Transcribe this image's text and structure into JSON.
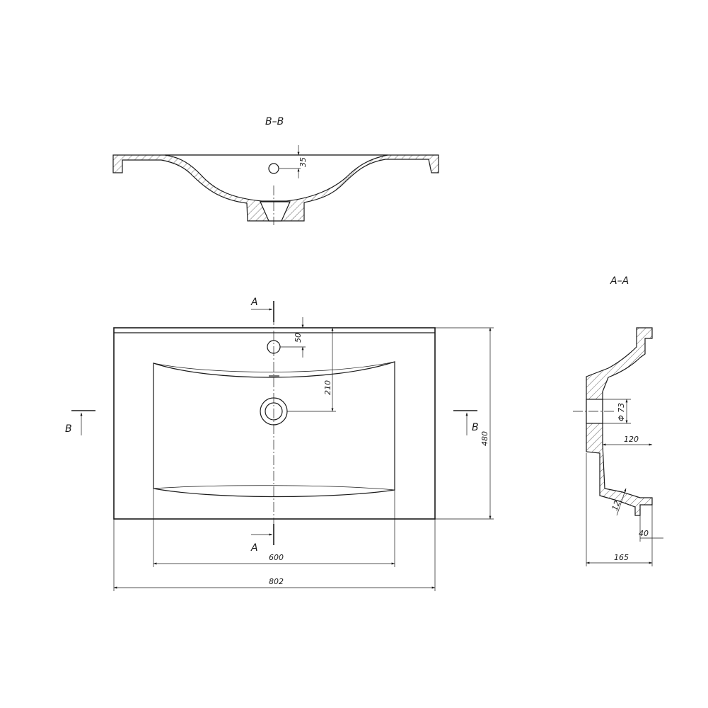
{
  "section_bb": {
    "title": "B–B",
    "dim_overflow": "35"
  },
  "section_aa": {
    "title": "A–A",
    "dim_hole": "Φ 73",
    "dim_120": "120",
    "dim_12": "12",
    "dim_40": "40",
    "dim_165": "165"
  },
  "plan": {
    "cut_a_top": "A",
    "cut_a_bottom": "A",
    "cut_b_left": "B",
    "cut_b_right": "B",
    "dim_50": "50",
    "dim_210": "210",
    "dim_480": "480",
    "dim_600": "600",
    "dim_802": "802"
  }
}
